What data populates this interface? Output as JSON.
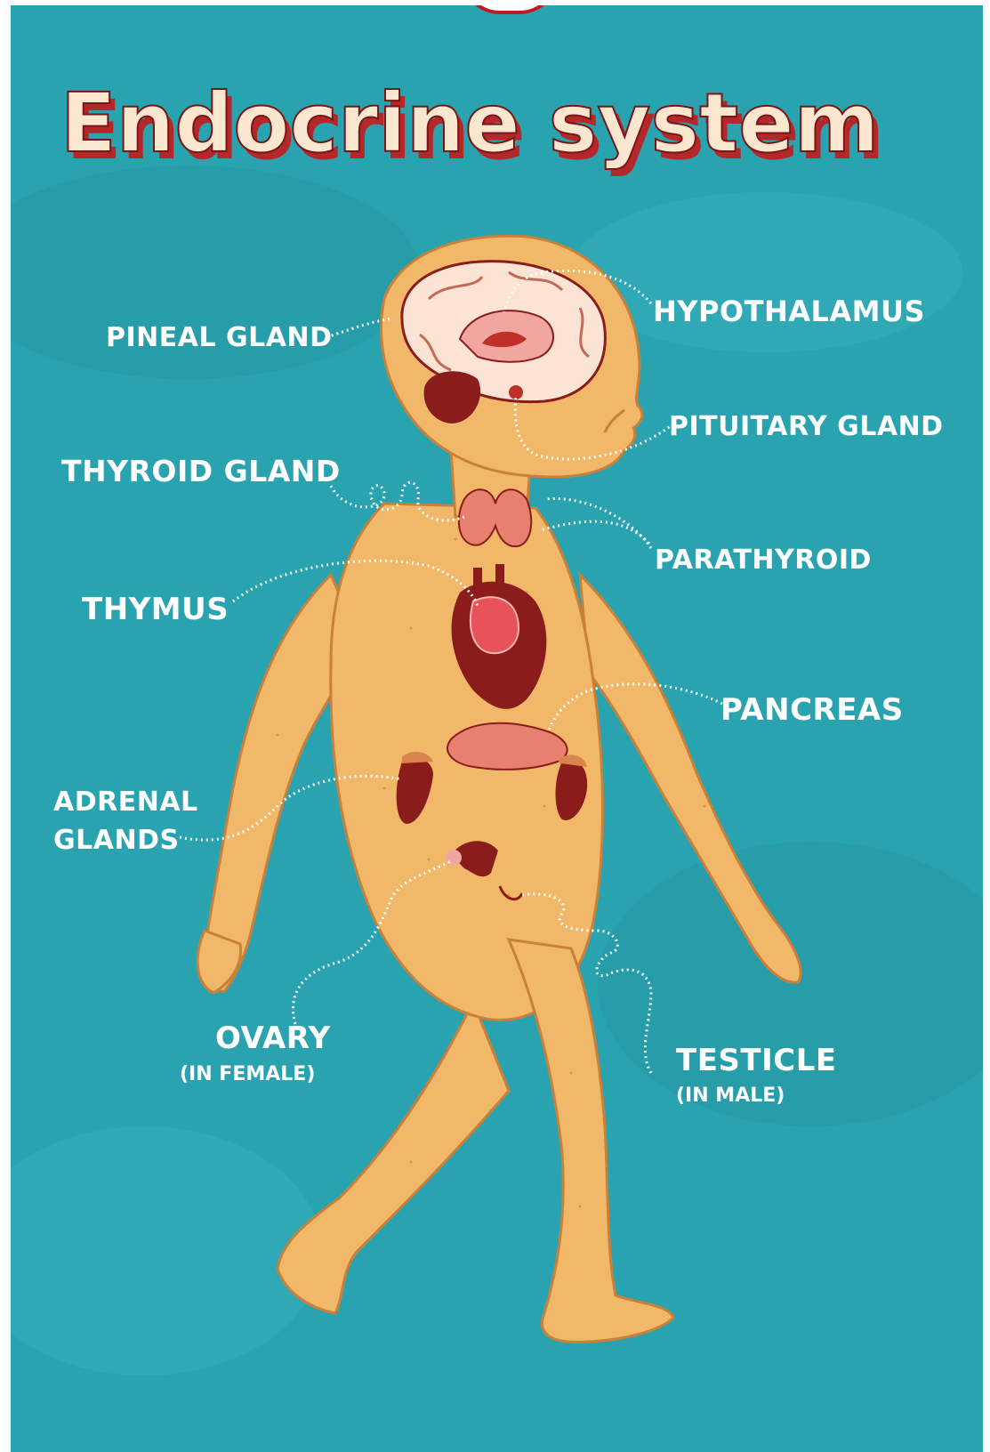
{
  "title": "Endocrine system",
  "labels": {
    "pineal_gland": "PINEAL GLAND",
    "hypothalamus": "HYPOTHALAMUS",
    "pituitary_gland": "PITUITARY GLAND",
    "thyroid_gland": "THYROID GLAND",
    "parathyroid": "PARATHYROID",
    "thymus": "THYMUS",
    "pancreas": "PANCREAS",
    "adrenal_glands_line1": "ADRENAL",
    "adrenal_glands_line2": "GLANDS",
    "ovary": "OVARY",
    "ovary_note": "(IN FEMALE)",
    "testicle": "TESTICLE",
    "testicle_note": "(IN MALE)"
  },
  "colors": {
    "background": "#2aa3b0",
    "skin": "#f2b869",
    "skin_outline": "#c9803a",
    "title_fill": "#fbe6cf",
    "title_shadow": "#b5282a",
    "organ_dark": "#8a1c1c",
    "organ_light": "#e88070",
    "brain": "#fbe4d3",
    "label_text": "#ffffff"
  }
}
